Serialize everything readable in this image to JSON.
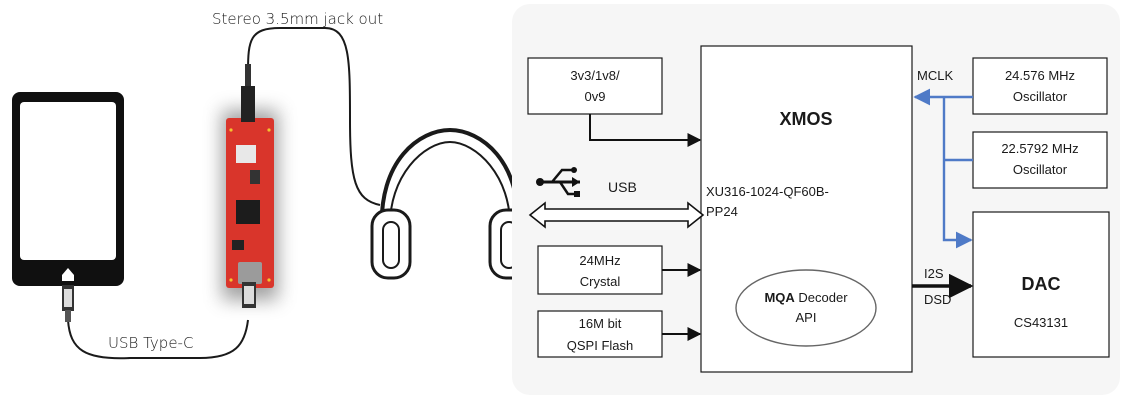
{
  "left": {
    "jack_label": "Stereo 3.5mm jack out",
    "usb_cable_label": "USB Type-C"
  },
  "diagram": {
    "power_box": [
      "3v3/1v8/",
      "0v9"
    ],
    "xmos_title": "XMOS",
    "xmos_part": [
      "XU316-1024-QF60B-",
      "PP24"
    ],
    "usb_label": "USB",
    "crystal_box": [
      "24MHz",
      "Crystal"
    ],
    "flash_box": [
      "16M bit",
      "QSPI Flash"
    ],
    "mqa_bold": "MQA",
    "mqa_rest": " Decoder",
    "mqa_api": "API",
    "mclk_label": "MCLK",
    "osc1": [
      "24.576 MHz",
      "Oscillator"
    ],
    "osc2": [
      "22.5792 MHz",
      "Oscillator"
    ],
    "i2s_label": "I2S",
    "dsd_label": "DSD",
    "dac_title": "DAC",
    "dac_part": "CS43131"
  },
  "colors": {
    "clock_lines": "#4f7ac7",
    "panel_bg": "#f6f6f6",
    "board_red": "#d9352b"
  }
}
